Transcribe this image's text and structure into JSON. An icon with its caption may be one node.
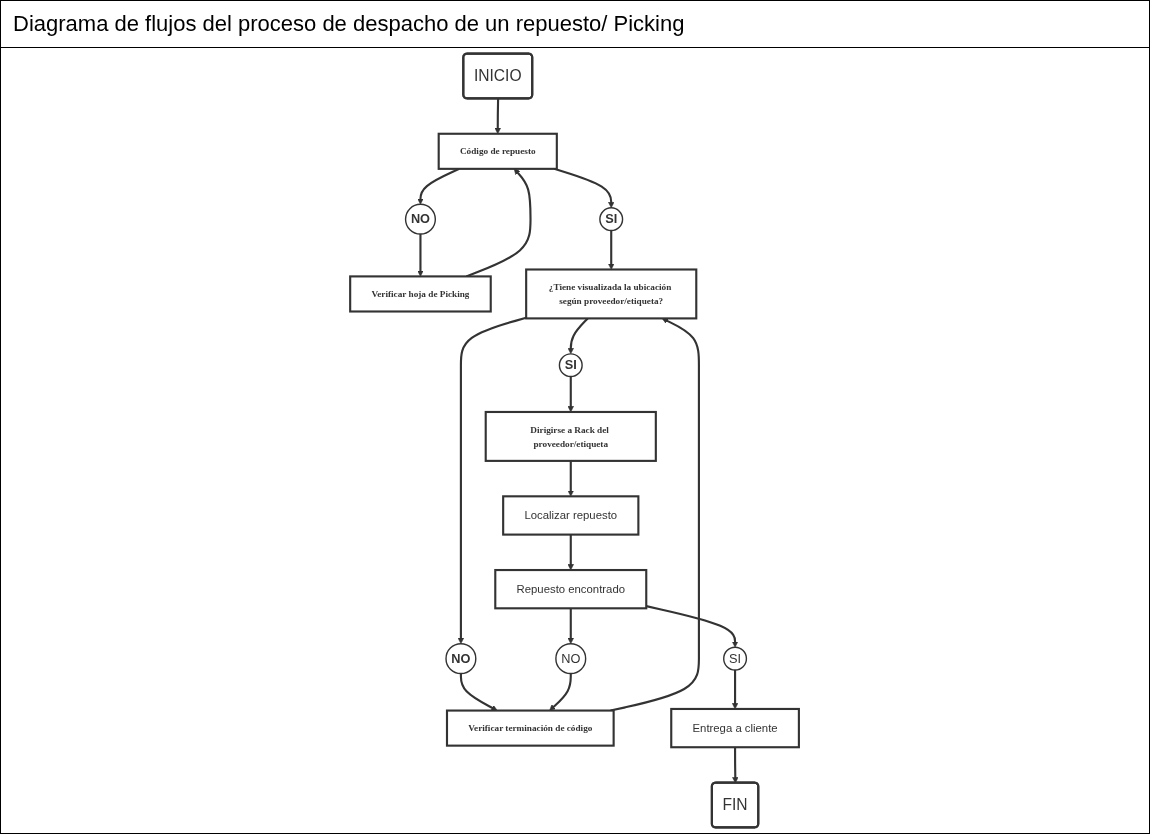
{
  "diagram": {
    "title": "Diagrama de flujos del proceso de despacho de un repuesto/ Picking",
    "nodes": [
      {
        "text": [
          "INICIO"
        ]
      },
      {
        "text": [
          "Código de repuesto"
        ]
      },
      {
        "text": [
          "Verificar hoja de Picking"
        ]
      },
      {
        "text": [
          "NO"
        ]
      },
      {
        "text": [
          "SI"
        ]
      },
      {
        "text": [
          "¿Tiene visualizada la ubicación según proveedor/etiqueta?"
        ]
      },
      {
        "text": [
          "Verificar terminación de código"
        ]
      },
      {
        "text": [
          "NO"
        ]
      },
      {
        "text": [
          "NO"
        ]
      },
      {
        "text": [
          "SI"
        ]
      },
      {
        "text": [
          "SI"
        ]
      },
      {
        "text": [
          "FIN"
        ]
      },
      {
        "text": [
          "Dirigirse a Rack del proveedor/etiqueta"
        ]
      },
      {
        "text": [
          "Localizar repuesto"
        ]
      },
      {
        "text": [
          "Repuesto encontrado"
        ]
      },
      {
        "text": [
          "Entrega a cliente"
        ]
      }
    ],
    "edges": [
      {
        "from": 0,
        "to": 1,
        "arrow": "to"
      },
      {
        "from": 2,
        "to": 1,
        "arrow": "to"
      },
      {
        "from": 1,
        "to": 3,
        "arrow": "to"
      },
      {
        "from": 3,
        "to": 2,
        "arrow": "to"
      },
      {
        "from": 1,
        "to": 4,
        "arrow": "to"
      },
      {
        "from": 4,
        "to": 5,
        "arrow": "to"
      },
      {
        "from": 6,
        "to": 5,
        "arrow": "to"
      },
      {
        "from": 5,
        "to": 7,
        "arrow": "to"
      },
      {
        "from": 7,
        "to": 6,
        "arrow": "to"
      },
      {
        "from": 8,
        "to": 6,
        "arrow": "to"
      },
      {
        "from": 5,
        "to": 9,
        "arrow": "to"
      },
      {
        "from": 9,
        "to": 12,
        "arrow": "to"
      },
      {
        "from": 12,
        "to": 13,
        "arrow": "to"
      },
      {
        "from": 13,
        "to": 14,
        "arrow": "to"
      },
      {
        "from": 14,
        "to": 8,
        "arrow": "to"
      },
      {
        "from": 14,
        "to": 10,
        "arrow": "to"
      },
      {
        "from": 10,
        "to": 15,
        "arrow": "to"
      },
      {
        "from": 15,
        "to": 11,
        "arrow": "to"
      }
    ]
  }
}
